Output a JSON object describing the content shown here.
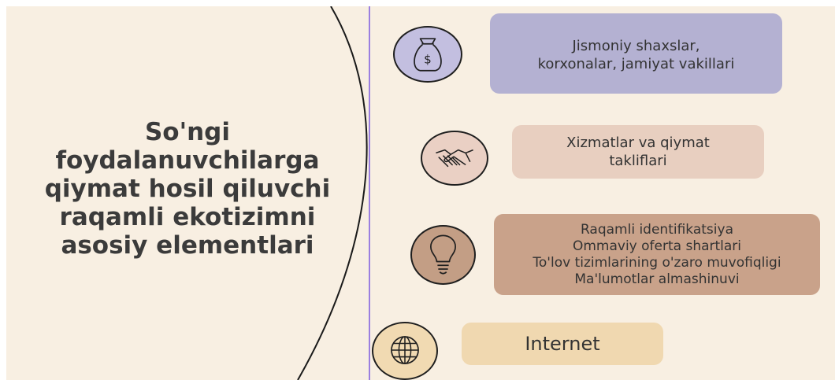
{
  "title": "So'ngi\nfoydalanuvchilarga\nqiymat hosil qiluvchi\nraqamli ekotizimni\nasosiy elementlari",
  "colors": {
    "background": "#f8efe2",
    "title_text": "#3b3b3b",
    "divider_line": "#9b7fe0",
    "arc_line": "#1a1a1a"
  },
  "items": [
    {
      "text": "Jismoniy shaxslar,\nkorxonalar,  jamiyat vakillari",
      "icon": "money-bag-icon",
      "box_color": "#b4b1d2",
      "icon_color": "#c3bfe0"
    },
    {
      "text": "Xizmatlar va qiymat\ntakliflari",
      "icon": "handshake-icon",
      "box_color": "#e8cfc0",
      "icon_color": "#ead0c4"
    },
    {
      "text": "Raqamli identifikatsiya\nOmmaviy oferta shartlari\nTo'lov tizimlarining o'zaro muvofiqligi\nMa'lumotlar almashinuvi",
      "icon": "lightbulb-icon",
      "box_color": "#c9a28a",
      "icon_color": "#c39e85"
    },
    {
      "text": "Internet",
      "icon": "globe-icon",
      "box_color": "#f0d8b0",
      "icon_color": "#f1dab2"
    }
  ]
}
